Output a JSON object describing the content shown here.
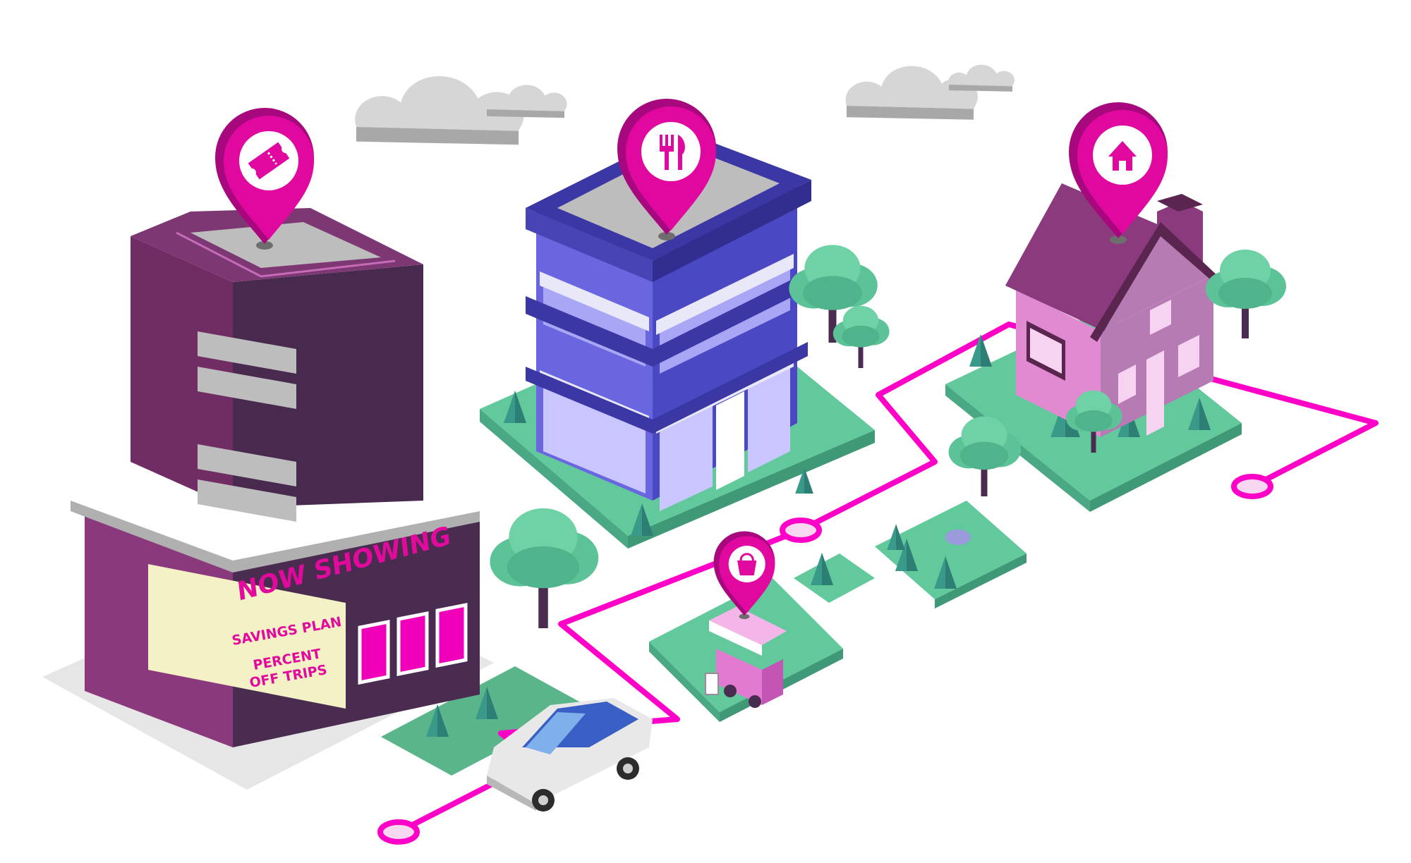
{
  "marquee": {
    "title": "NOW SHOWING",
    "line1": "SAVINGS PLAN",
    "line2": "PERCENT",
    "line3": "OFF TRIPS"
  },
  "pins": [
    {
      "icon": "ticket-icon",
      "place": "cinema"
    },
    {
      "icon": "fork-knife-icon",
      "place": "restaurant"
    },
    {
      "icon": "house-icon",
      "place": "home"
    },
    {
      "icon": "bucket-icon",
      "place": "food-cart"
    }
  ],
  "colors": {
    "route": "#ff00c8",
    "pin": "#e0089f",
    "cinema_dark": "#4a2c50",
    "cinema_mid": "#8a3a7c",
    "restaurant": "#4b48c4",
    "house": "#b67bb3",
    "lawn": "#5fc998",
    "tree": "#3a9a8a",
    "cloud": "#c9c9c9"
  }
}
